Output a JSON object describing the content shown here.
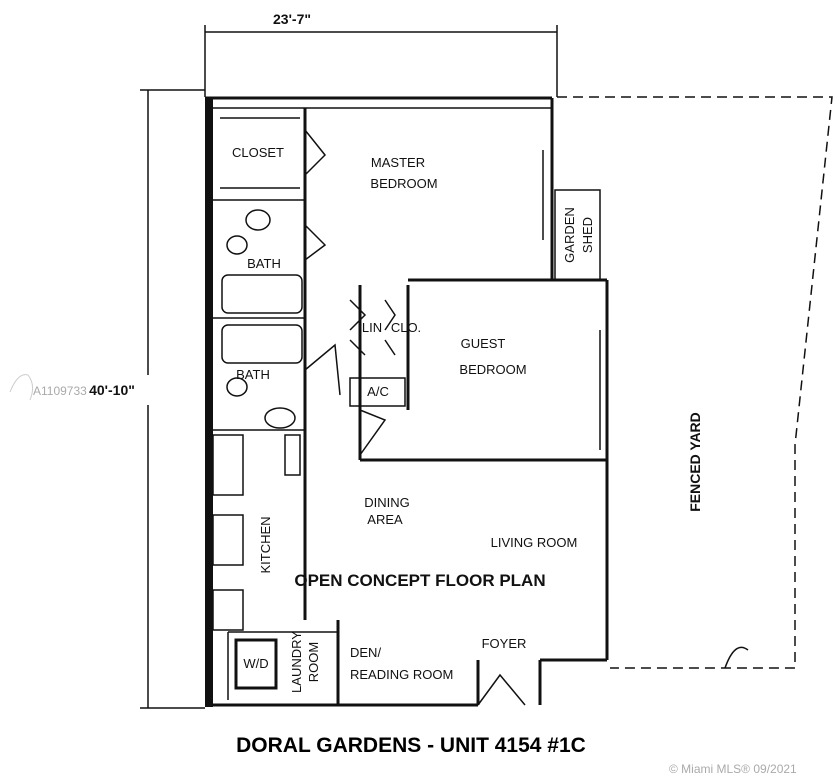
{
  "dimensions": {
    "width": "23'-7\"",
    "depth": "40'-10\""
  },
  "rooms": {
    "closet": "CLOSET",
    "master_1": "MASTER",
    "master_2": "BEDROOM",
    "garden_1": "GARDEN",
    "garden_2": "SHED",
    "bath_1": "BATH",
    "bath_2": "BATH",
    "linen": "LIN",
    "clo": "CLO.",
    "guest_1": "GUEST",
    "guest_2": "BEDROOM",
    "ac": "A/C",
    "fenced_yard": "FENCED YARD",
    "dining_1": "DINING",
    "dining_2": "AREA",
    "kitchen": "KITCHEN",
    "living": "LIVING ROOM",
    "open_concept": "OPEN CONCEPT FLOOR PLAN",
    "wd": "W/D",
    "laundry_1": "LAUNDRY",
    "laundry_2": "ROOM",
    "den_1": "DEN/",
    "den_2": "READING ROOM",
    "foyer": "FOYER"
  },
  "title": "DORAL GARDENS - UNIT 4154 #1C",
  "watermark": {
    "mls_id": "A1109733",
    "copyright": "© Miami MLS® 09/2021"
  }
}
